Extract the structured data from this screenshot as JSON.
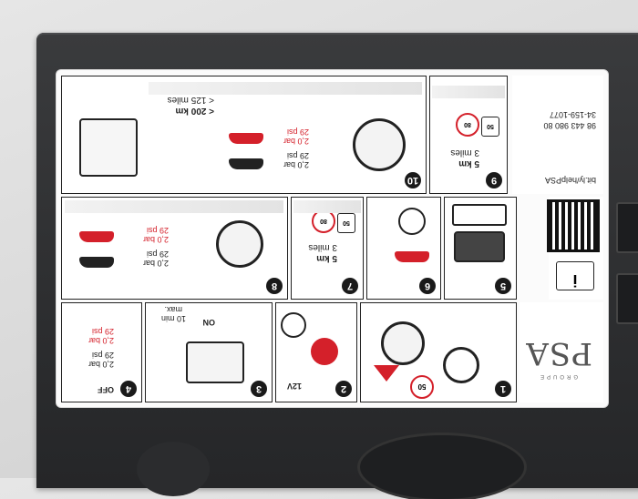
{
  "photo": {
    "case_color": "#2d2e30",
    "label_color": "#fbfbfb",
    "accent_red": "#d4202a"
  },
  "label": {
    "brand": "PSA",
    "brand_sub": "GROUPE",
    "url": "bit.ly/helpPSA",
    "part_number": "34-159-1077",
    "ref_number": "98 443 980 80",
    "steps": {
      "s1": {
        "number": "1",
        "speed": "50"
      },
      "s2": {
        "number": "2",
        "voltage": "12V"
      },
      "s3": {
        "number": "3",
        "time": "10 min",
        "time_note": "max.",
        "switch": "ON"
      },
      "s4": {
        "number": "4",
        "p1": "2,0 bar",
        "p1b": "29 psi",
        "p2": "2,0 bar",
        "p2b": "29 psi",
        "switch": "OFF"
      },
      "s5": {
        "number": "5"
      },
      "s6": {
        "number": "6"
      },
      "s7": {
        "number": "7",
        "dist": "5 km",
        "dist2": "3 miles",
        "speed": "80",
        "speed_unit": "km/h",
        "speed2": "50",
        "speed2_unit": "MPH"
      },
      "s8": {
        "number": "8",
        "p1": "2,0 bar",
        "p1b": "29 psi",
        "p2": "2,0 bar",
        "p2b": "29 psi"
      },
      "s9": {
        "number": "9",
        "dist": "5 km",
        "dist2": "3 miles",
        "speed": "80",
        "speed_unit": "km/h",
        "speed2": "50",
        "speed2_unit": "MPH"
      },
      "s10": {
        "number": "10",
        "p1": "2,0 bar",
        "p1b": "29 psi",
        "p2": "2,0 bar",
        "p2b": "29 psi",
        "dist": "< 200 km",
        "dist2": "< 125 miles"
      }
    }
  }
}
